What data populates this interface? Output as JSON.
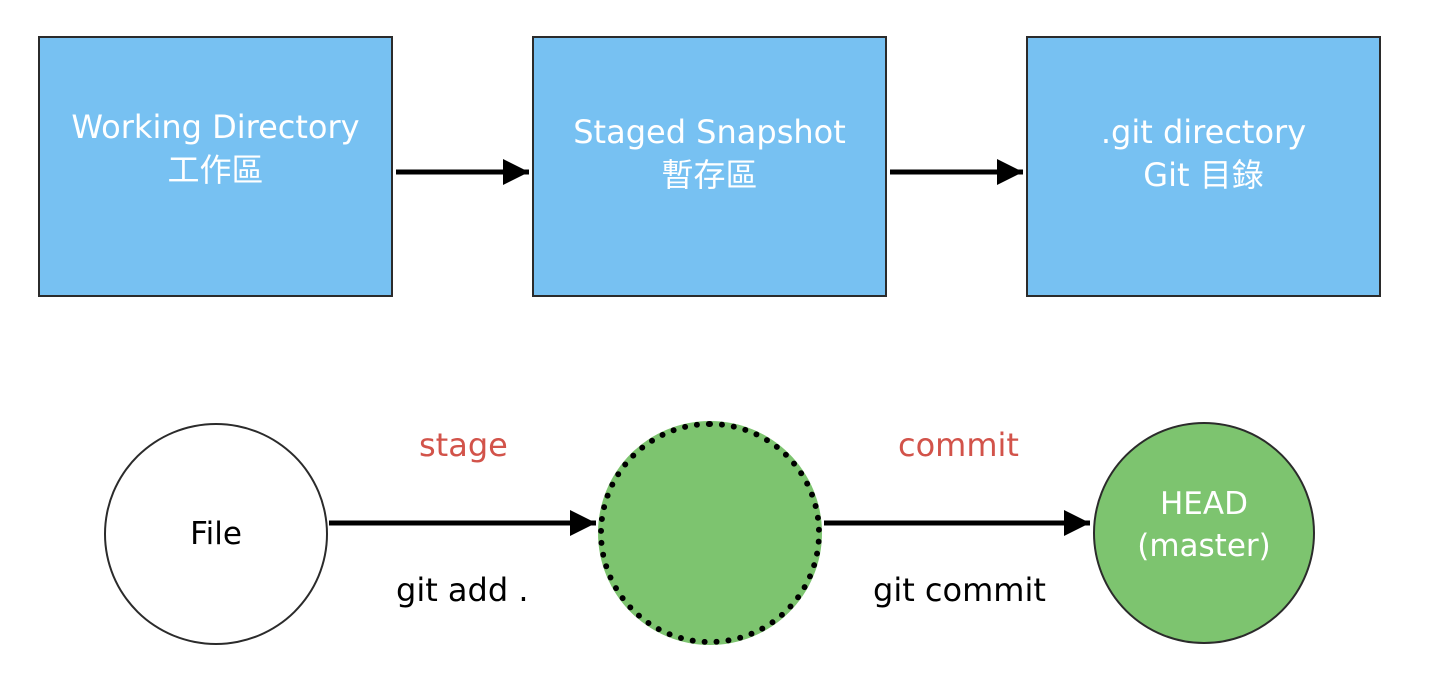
{
  "colors": {
    "box_fill": "#77c1f2",
    "box_text": "#ffffff",
    "circle_green": "#7dc46f",
    "circle_white": "#ffffff",
    "action_label": "#d2534a",
    "command_label": "#000000",
    "arrow": "#000000"
  },
  "areas": [
    {
      "line1": "Working Directory",
      "line2": "工作區"
    },
    {
      "line1": "Staged Snapshot",
      "line2": "暫存區"
    },
    {
      "line1": ".git directory",
      "line2": "Git 目錄"
    }
  ],
  "states": {
    "file": {
      "label": "File"
    },
    "staged": {
      "label": ""
    },
    "head": {
      "line1": "HEAD",
      "line2": "(master)"
    }
  },
  "transitions": [
    {
      "action": "stage",
      "command": "git add ."
    },
    {
      "action": "commit",
      "command": "git commit"
    }
  ]
}
